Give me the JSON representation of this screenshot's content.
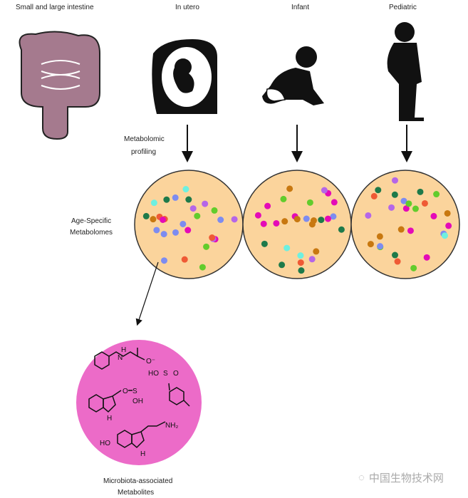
{
  "labels": {
    "intestine": "Small and large intestine",
    "in_utero": "In utero",
    "infant": "Infant",
    "pediatric": "Pediatric",
    "profiling_1": "Metabolomic",
    "profiling_2": "profiling",
    "age_1": "Age-Specific",
    "age_2": "Metabolomes",
    "micro_1": "Microbiota-associated",
    "micro_2": "Metabolites"
  },
  "chemistry": {
    "nh": "H",
    "n": "N",
    "o_minus": "O⁻",
    "ho": "HO",
    "s": "S",
    "o": "O",
    "oh": "OH",
    "nh2": "NH₂"
  },
  "watermark": "中国生物技术网",
  "colors": {
    "metabolome_fill": "#fbd49c",
    "microbiota_fill": "#ec6bc8",
    "intestine": "#a57a8e",
    "dots": [
      "#e40ab7",
      "#b566e8",
      "#62cc2c",
      "#7d8cf0",
      "#ef5a35",
      "#1e7a4a",
      "#6ef0e0",
      "#c87810"
    ]
  }
}
